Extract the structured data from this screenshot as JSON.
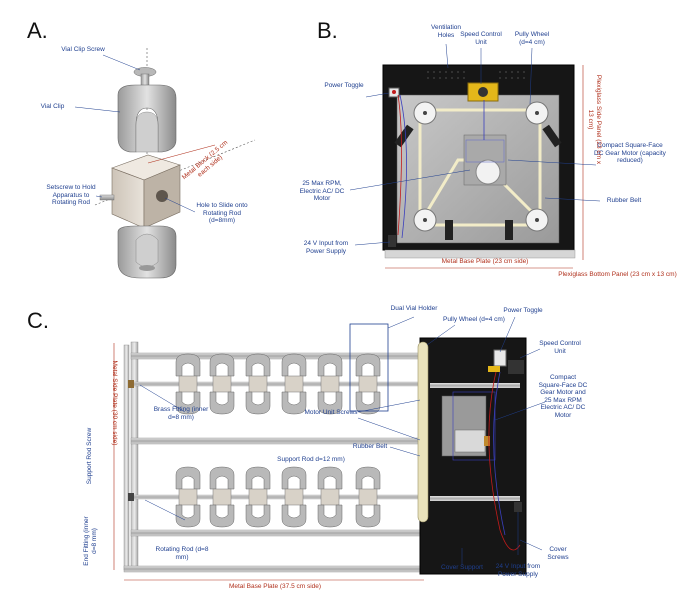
{
  "panels": {
    "a": {
      "letter": "A.",
      "labels": {
        "vial_clip_screw": "Vial Clip Screw",
        "vial_clip": "Vial Clip",
        "metal_block": "Metal Block (2.5 cm each side)",
        "setscrew": "Setscrew to Hold Apparatus to Rotating Rod",
        "hole": "Hole to Slide onto Rotating Rod (d=8mm)"
      }
    },
    "b": {
      "letter": "B.",
      "labels": {
        "ventilation": "Ventilation Holes",
        "speed_control": "Speed Control Unit",
        "pully_wheel": "Pully Wheel (d=4 cm)",
        "power_toggle": "Power Toggle",
        "side_panel": "Plexiglass Side Panel (23 cm x 13 cm)",
        "gear_motor": "Compact Square-Face DC Gear Motor (capacity reduced)",
        "motor": "25 Max RPM, Electric AC/ DC Motor",
        "rubber_belt": "Rubber Belt",
        "input": "24 V Input from Power Supply",
        "base_plate": "Metal Base Plate (23 cm side)",
        "bottom_panel": "Plexiglass Bottom Panel (23 cm x 13 cm)"
      }
    },
    "c": {
      "letter": "C.",
      "labels": {
        "dual_vial_holder": "Dual Vial Holder",
        "pully_wheel": "Pully Wheel (d=4 cm)",
        "power_toggle": "Power Toggle",
        "speed_control": "Speed Control Unit",
        "metal_side_plate": "Metal Side Plate (30 cm side)",
        "brass_fitting": "Brass Fitting (inner d=8 mm)",
        "motor_unit_screws": "Motor Unit Screws",
        "compact_motor": "Compact Square-Face DC Gear Motor and 25 Max RPM Electric AC/ DC Motor",
        "support_rod_screw": "Support Rod Screw",
        "rubber_belt": "Rubber Belt",
        "support_rod": "Support Rod d=12 mm)",
        "end_fitting": "End Fitting (inner d=8 mm)",
        "rotating_rod": "Rotating Rod (d=8 mm)",
        "cover_screws": "Cover Screws",
        "cover_support": "Cover Support",
        "input": "24 V Input from Power Supply",
        "base_plate": "Metal Base Plate (37.5 cm side)"
      }
    }
  }
}
